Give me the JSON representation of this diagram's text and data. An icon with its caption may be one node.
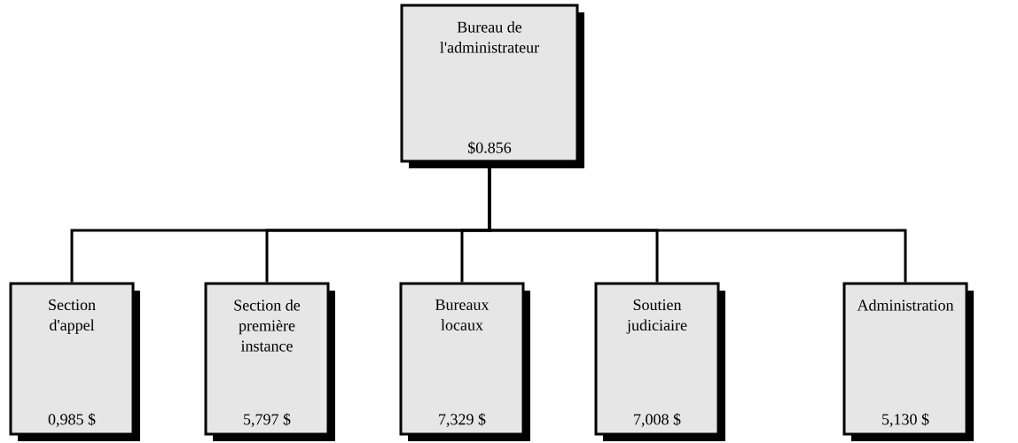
{
  "diagram": {
    "nodes": [
      {
        "text": [
          "Bureau de l'administrateur",
          "$0.856"
        ]
      },
      {
        "text": [
          "Section d'appel",
          "0,985 $"
        ]
      },
      {
        "text": [
          "Section de première instance",
          "5,797 $"
        ]
      },
      {
        "text": [
          "Bureaux locaux",
          "7,329 $"
        ]
      },
      {
        "text": [
          "Soutien judiciaire",
          "7,008 $"
        ]
      },
      {
        "text": [
          "Administration",
          "5,130 $"
        ]
      }
    ],
    "edges": [
      {
        "from": 0,
        "to": 1,
        "arrow": "none"
      },
      {
        "from": 0,
        "to": 2,
        "arrow": "none"
      },
      {
        "from": 0,
        "to": 3,
        "arrow": "none"
      },
      {
        "from": 0,
        "to": 4,
        "arrow": "none"
      },
      {
        "from": 0,
        "to": 5,
        "arrow": "none"
      }
    ]
  }
}
